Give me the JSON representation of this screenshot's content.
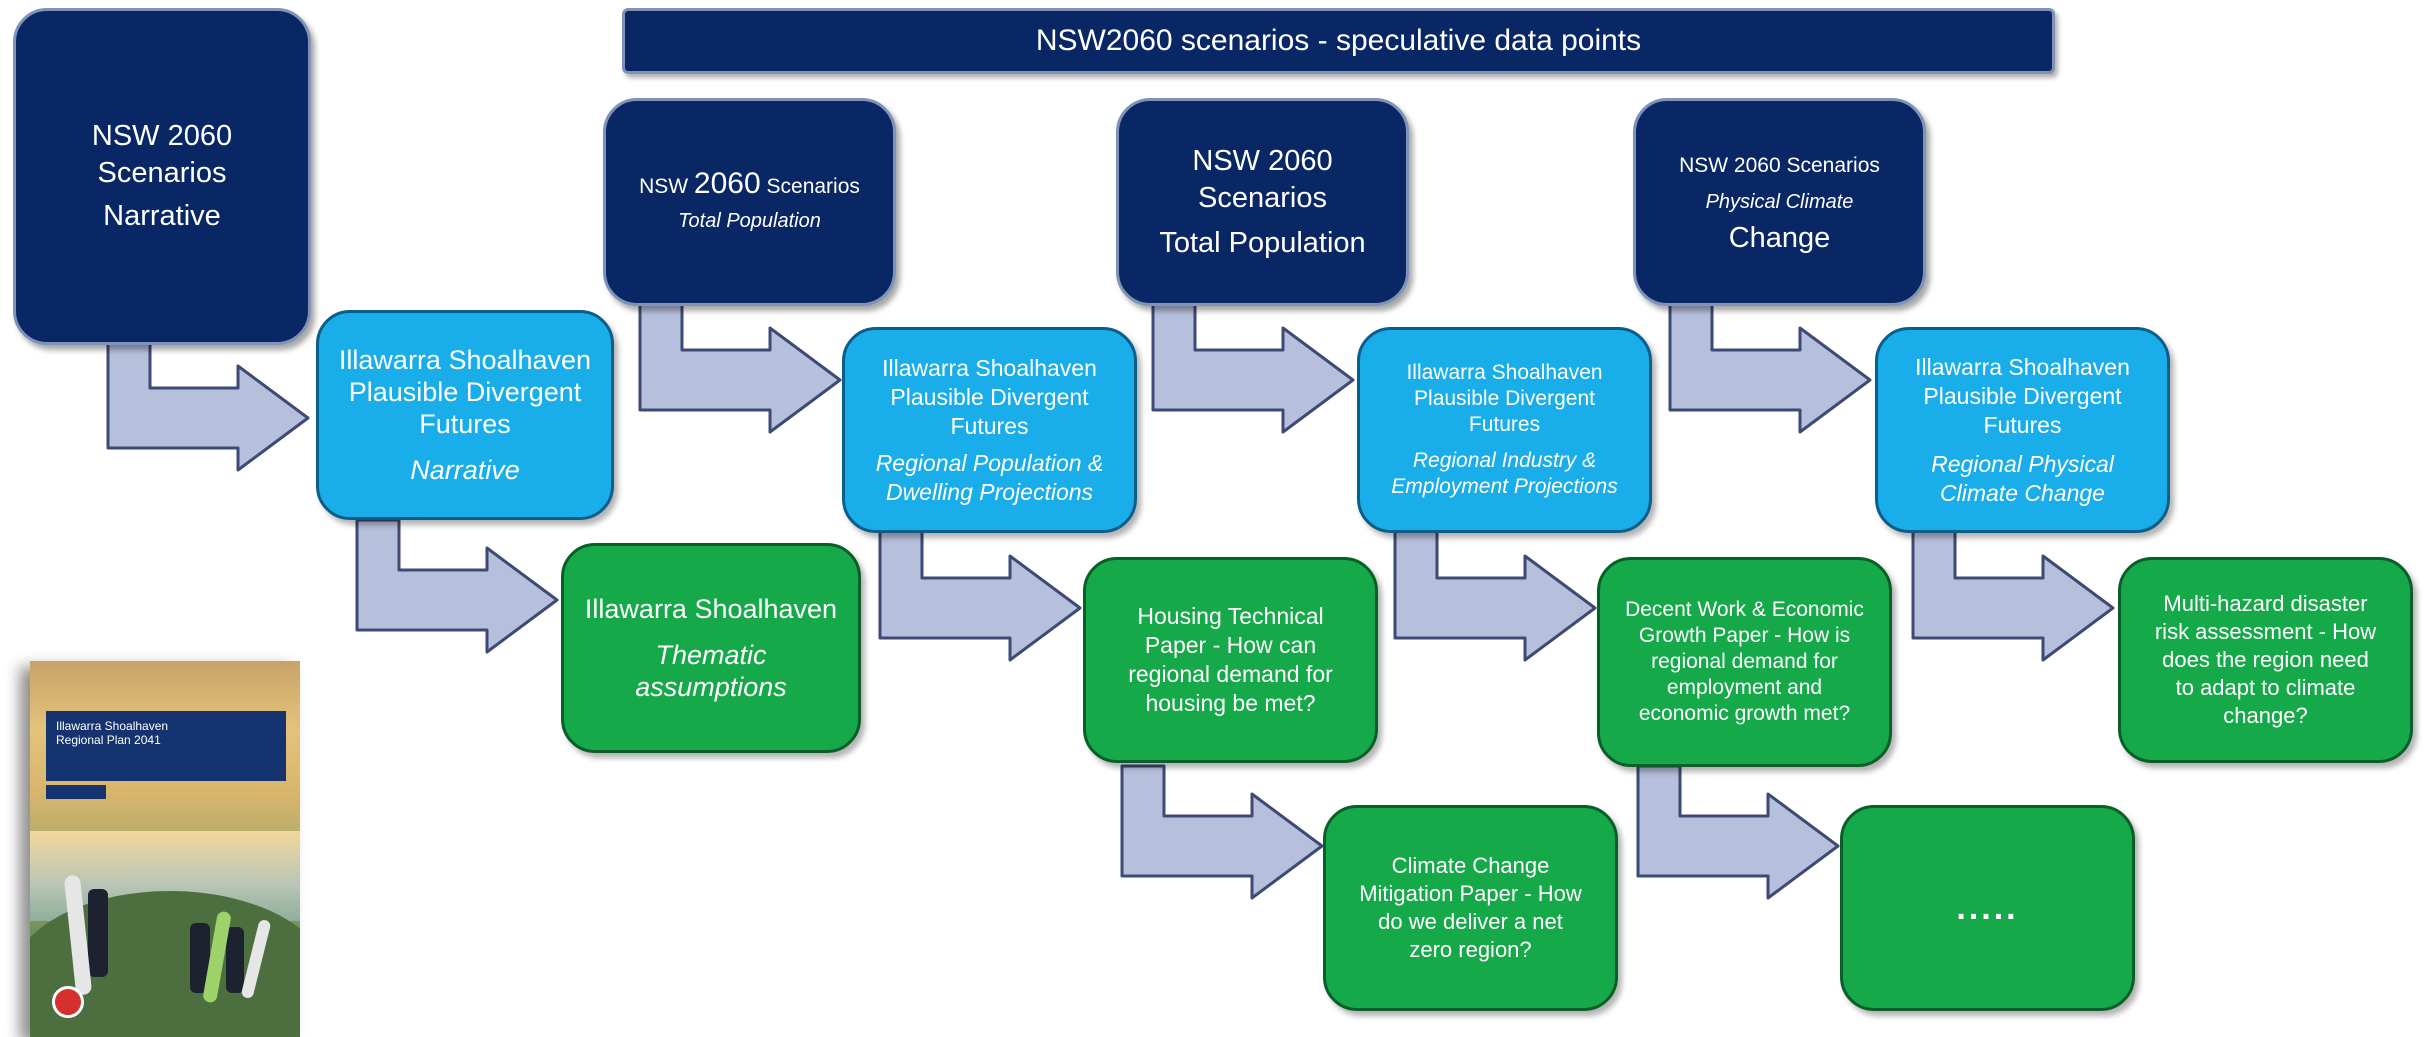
{
  "banner": "NSW2060 scenarios - speculative data points",
  "navy": {
    "n1": {
      "line1": "NSW 2060",
      "line2": "Scenarios",
      "line3": "Narrative"
    },
    "n2": {
      "a": "NSW ",
      "b": "2060",
      "c": " Scenarios",
      "line2": "Total Population"
    },
    "n3": {
      "line1": "NSW 2060",
      "line2": "Scenarios",
      "line3": "Total Population"
    },
    "n4": {
      "line1": "NSW 2060 Scenarios",
      "line2": "Physical Climate",
      "line3": "Change"
    }
  },
  "cyan": {
    "c1": {
      "l1": "Illawarra Shoalhaven",
      "l2": "Plausible Divergent",
      "l3": "Futures",
      "l4": "Narrative"
    },
    "c2": {
      "l1": "Illawarra Shoalhaven",
      "l2": "Plausible Divergent",
      "l3": "Futures",
      "l4": "Regional Population &",
      "l5": "Dwelling Projections"
    },
    "c3": {
      "l1": "Illawarra Shoalhaven",
      "l2": "Plausible Divergent",
      "l3": "Futures",
      "l4": "Regional Industry &",
      "l5": "Employment Projections"
    },
    "c4": {
      "l1": "Illawarra Shoalhaven",
      "l2": "Plausible Divergent",
      "l3": "Futures",
      "l4": "Regional Physical",
      "l5": "Climate Change"
    }
  },
  "green": {
    "g1": {
      "l1": "Illawarra Shoalhaven",
      "l2": "Thematic",
      "l3": "assumptions"
    },
    "g2": {
      "l1": "Housing Technical",
      "l2": "Paper - How can",
      "l3": "regional demand for",
      "l4": "housing be met?"
    },
    "g3": {
      "l1": "Decent Work & Economic",
      "l2": "Growth Paper - How is",
      "l3": "regional demand for",
      "l4": "employment and",
      "l5": "economic growth met?"
    },
    "g4": {
      "l1": "Multi-hazard disaster",
      "l2": "risk assessment - How",
      "l3": "does the region need",
      "l4": "to adapt to climate",
      "l5": "change?"
    },
    "g5": {
      "l1": "Climate Change",
      "l2": "Mitigation Paper - How",
      "l3": "do we deliver a net",
      "l4": "zero region?"
    },
    "g6": {
      "l1": "....."
    }
  },
  "cover": {
    "title1": "Illawarra Shoalhaven",
    "title2": "Regional Plan 2041"
  },
  "colors": {
    "navy": "#0a2765",
    "cyan": "#19aeea",
    "green": "#16a94a",
    "arrow": "#b6bfdc"
  },
  "icons": {
    "arrow": "elbow-arrow-icon"
  }
}
